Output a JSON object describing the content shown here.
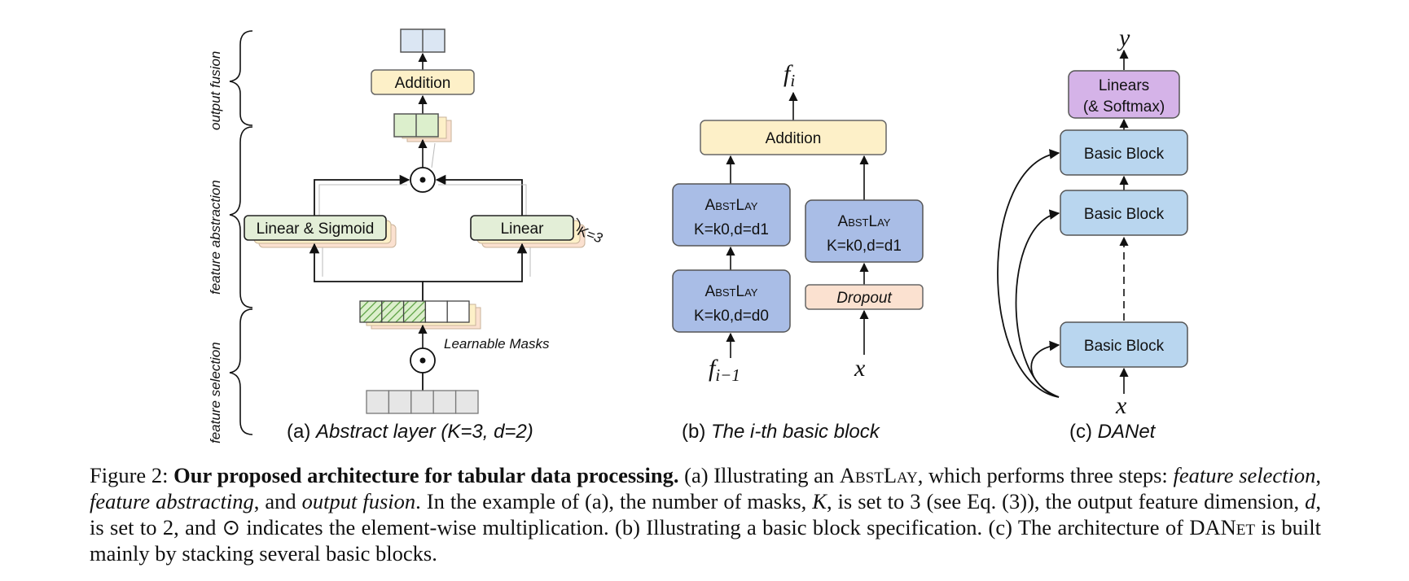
{
  "panel_a": {
    "side_labels": [
      "feature selection",
      "feature abstraction",
      "output fusion"
    ],
    "addition": "Addition",
    "linear_sigmoid": "Linear & Sigmoid",
    "linear": "Linear",
    "k_label": "K=3",
    "learnable_masks": "Learnable Masks",
    "caption_prefix": "(a) ",
    "caption_italic": "Abstract layer (K=3, d=2)"
  },
  "panel_b": {
    "output_label": "f",
    "output_sub": "i",
    "addition": "Addition",
    "abstlay_title": "AbstLay",
    "abstlay_top_params": "K=k0,d=d1",
    "abstlay_bottom_params": "K=k0,d=d0",
    "abstlay_right_params": "K=k0,d=d1",
    "dropout": "Dropout",
    "input_label": "f",
    "input_sub": "i−1",
    "x_label": "x",
    "caption_prefix": "(b) ",
    "caption_italic": "The i-th basic block"
  },
  "panel_c": {
    "y_label": "y",
    "linears": "Linears",
    "softmax": "(& Softmax)",
    "basic_block": "Basic Block",
    "x_label": "x",
    "caption_prefix": "(c) ",
    "caption_italic": "DANet"
  },
  "caption": {
    "fig_label": "Figure 2:",
    "bold_title": "Our proposed architecture for tabular data processing.",
    "text_1": "(a) Illustrating an",
    "abstlay": "AbstLay",
    "text_2": ", which performs three steps:",
    "step_1": "feature selection",
    "step_2": "feature abstracting",
    "text_3": ", and",
    "step_3": "output fusion",
    "text_4": ". In the example of (a), the number of masks,",
    "k": "K",
    "text_5": ", is set to 3 (see Eq. (3)), the output feature dimension,",
    "d": "d",
    "text_6": ", is set to 2, and ⊙ indicates the element-wise multiplication. (b) Illustrating a basic block specification. (c) The architecture of",
    "danet": "DANet",
    "text_7": "is built mainly by stacking several basic blocks."
  },
  "colors": {
    "addition_fill": "#fdf0c8",
    "linear_fill": "#e3eed7",
    "abstlay_fill": "#a9bde6",
    "dropout_fill": "#fbe1d0",
    "linears_fill": "#d5b3e8",
    "basic_block_fill": "#b9d6ef",
    "output_fill": "#dbe6f3"
  }
}
